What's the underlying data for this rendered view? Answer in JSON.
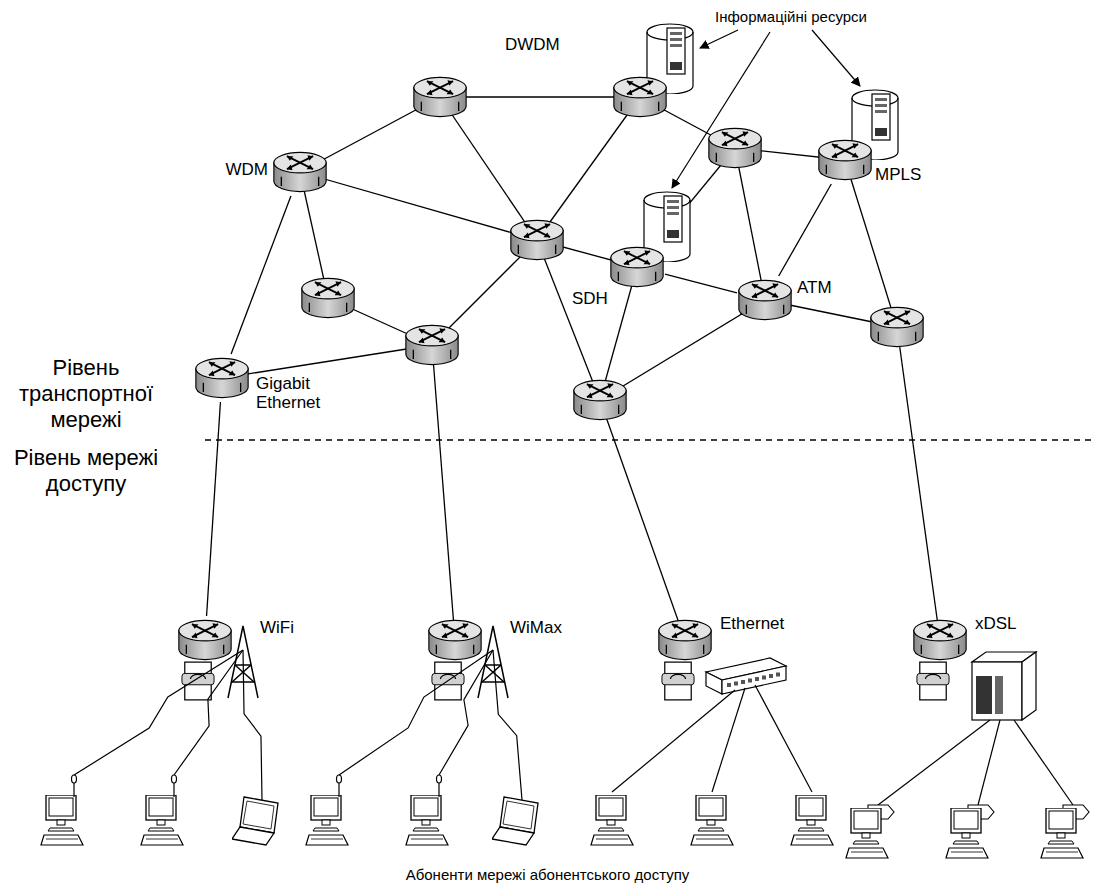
{
  "diagram": {
    "nodes": [
      {
        "text": [
          "WDM"
        ]
      },
      {
        "text": [
          "DWDM"
        ]
      },
      {
        "text": [
          "MPLS"
        ]
      },
      {
        "text": [
          "SDH"
        ]
      },
      {
        "text": [
          "ATM"
        ]
      },
      {
        "text": [
          "Gigabit Ethernet"
        ]
      },
      {
        "text": [
          "WiFi"
        ]
      },
      {
        "text": [
          "WiMax"
        ]
      },
      {
        "text": [
          "Ethernet"
        ]
      },
      {
        "text": [
          "xDSL"
        ]
      }
    ],
    "edges": [
      {
        "from": 5,
        "to": 0,
        "arrow": "none"
      },
      {
        "from": 5,
        "to": 6,
        "arrow": "none"
      },
      {
        "from": 3,
        "to": 4,
        "arrow": "none"
      },
      {
        "from": 2,
        "to": 4,
        "arrow": "none"
      }
    ],
    "labels": [
      "Інформаційні ресурси",
      "Рівень транспортної мережі",
      "Рівень мережі доступу",
      "Абоненти мережі абонентського доступу"
    ]
  }
}
